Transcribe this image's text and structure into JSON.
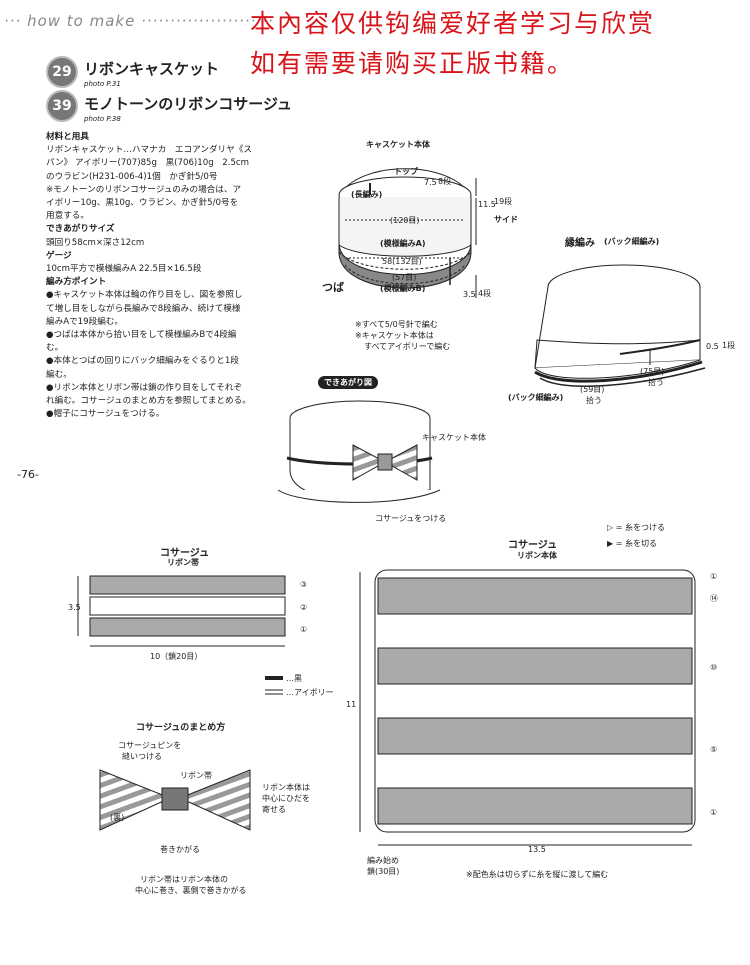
{
  "header": {
    "how_to_make": "how to make"
  },
  "watermark": {
    "line1": "本內容仅供钩编爱好者学习与欣赏",
    "line2": "如有需要请购买正版书籍。"
  },
  "projects": [
    {
      "num": "29",
      "title": "リボンキャスケット",
      "photo": "photo P.31"
    },
    {
      "num": "39",
      "title": "モノトーンのリボンコサージュ",
      "photo": "photo P.38"
    }
  ],
  "materials": {
    "heading": "材料と用具",
    "lines": [
      "リボンキャスケット…ハマナカ　エコアンダリヤ《ス",
      "パン》 アイボリー(707)85g　黒(706)10g　2.5cm",
      "のウラビン(H231-006-4)1個　かぎ針5/0号",
      "※モノトーンのリボンコサージュのみの場合は、ア",
      "イボリー10g、黒10g、ウラビン、かぎ針5/0号を",
      "用意する。"
    ]
  },
  "size": {
    "heading": "できあがりサイズ",
    "lines": [
      "頭回り58cm×深さ12cm"
    ]
  },
  "gauge": {
    "heading": "ゲージ",
    "lines": [
      "10cm平方で模様編みA 22.5目×16.5段"
    ]
  },
  "points": {
    "heading": "編み方ポイント",
    "lines": [
      "●キャスケット本体は輪の作り目をし、図を参照し",
      "て増し目をしながら長編みで8段編み、続けて模様",
      "編みAで19段編む。",
      "●つばは本体から拾い目をして模様編みBで4段編",
      "む。",
      "●本体とつばの回りにバック細編みをぐるりと1段",
      "編む。",
      "●リボン本体とリボン帯は鎖の作り目をしてそれぞ",
      "れ編む。コサージュのまとめ方を参照してまとめる。",
      "●帽子にコサージュをつける。"
    ]
  },
  "page_number": "-76-",
  "casket_diagram": {
    "title": "キャスケット本体",
    "top": "トップ",
    "long_stitch": "(長編み)",
    "top_meas": "7.5",
    "top_rows": "8段",
    "side_meas": "11.5",
    "side_rows": "19段",
    "side": "サイド",
    "st120": "(120目)",
    "pattern_a": "(模様編みA)",
    "st58": "58(132目)",
    "st57": "(57目)",
    "pattern_b": "(模様編みB)",
    "brim": "つば",
    "brim_meas": "3.5",
    "brim_rows": "4段",
    "note1": "※すべて5/0号針で編む",
    "note2": "※キャスケット本体は",
    "note3": "すべてアイボリーで編む"
  },
  "edging_diagram": {
    "title": "縁編み",
    "sub": "(バック細編み)",
    "meas": "0.5",
    "rows": "1段",
    "st75": "(75目)",
    "pick75": "拾う",
    "back": "(バック細編み)",
    "st59": "(59目)",
    "pick59": "拾う"
  },
  "finished": {
    "badge": "できあがり図",
    "hat_label": "キャスケット本体",
    "corsage_label": "コサージュをつける"
  },
  "legend": {
    "attach": "▷ = 糸をつける",
    "cut": "▶ = 糸を切る",
    "black": "…黒",
    "ivory": "…アイボリー"
  },
  "ribbon_band": {
    "title": "コサージュ",
    "sub": "リボン帯",
    "height": "3.5",
    "width": "10（鎖20目）",
    "rows": [
      "③",
      "②",
      "①"
    ]
  },
  "ribbon_body": {
    "title": "コサージュ",
    "sub": "リボン本体",
    "height": "11",
    "width": "13.5",
    "start1": "編み始め",
    "start2": "鎖(30目)",
    "note": "※配色糸は切らずに糸を縦に渡して編む",
    "rows": [
      "①",
      "⑭",
      "⑩",
      "⑤",
      "①"
    ]
  },
  "assembly": {
    "title": "コサージュのまとめ方",
    "pin1": "コサージュピンを",
    "pin2": "縫いつける",
    "band": "リボン帯",
    "body1": "リボン本体は",
    "body2": "中心にひだを",
    "body3": "寄せる",
    "back": "(裏)",
    "wrap": "巻きかがる",
    "note1": "リボン帯はリボン本体の",
    "note2": "中心に巻き、裏側で巻きかがる"
  }
}
